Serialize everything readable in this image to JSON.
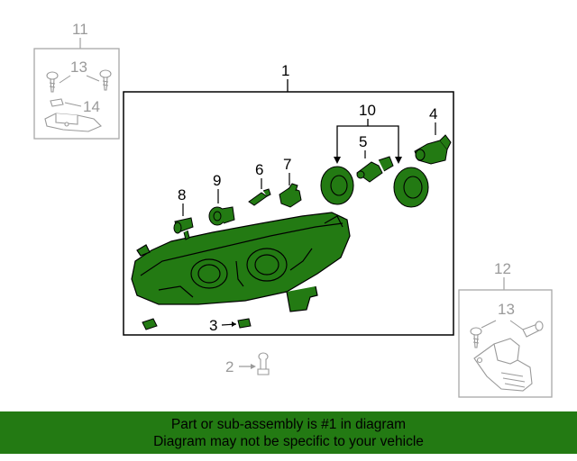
{
  "callouts": {
    "c1": "1",
    "c2": "2",
    "c3": "3",
    "c4": "4",
    "c5": "5",
    "c6": "6",
    "c7": "7",
    "c8": "8",
    "c9": "9",
    "c10": "10",
    "c11": "11",
    "c12": "12",
    "c13a": "13",
    "c13b": "13",
    "c14": "14"
  },
  "footer": {
    "line1": "Part or sub-assembly is #1 in diagram",
    "line2": "Diagram may not be specific to your vehicle"
  },
  "colors": {
    "highlight_part": "#237a13",
    "banner": "#237a13",
    "secondary_part": "#a8a8a8",
    "outline": "#000000"
  }
}
